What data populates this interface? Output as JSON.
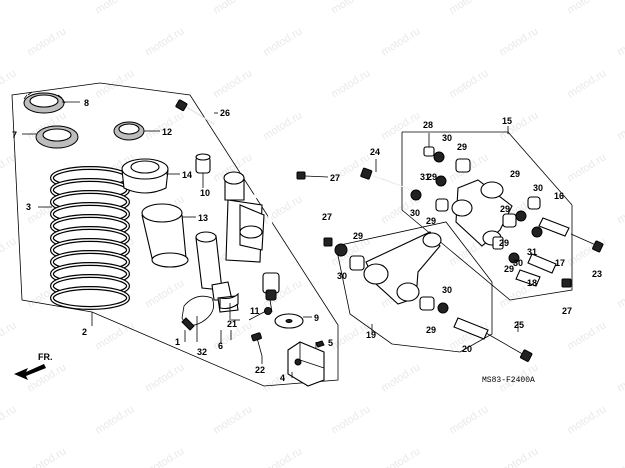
{
  "watermark": "motod.ru",
  "diagram_code": "MS83-F2400A",
  "direction_label": "FR.",
  "callouts": [
    "1",
    "2",
    "3",
    "4",
    "5",
    "6",
    "7",
    "8",
    "9",
    "10",
    "11",
    "12",
    "13",
    "14",
    "15",
    "16",
    "17",
    "18",
    "19",
    "20",
    "21",
    "22",
    "23",
    "24",
    "25",
    "26",
    "27",
    "28",
    "29",
    "30",
    "31",
    "32"
  ]
}
